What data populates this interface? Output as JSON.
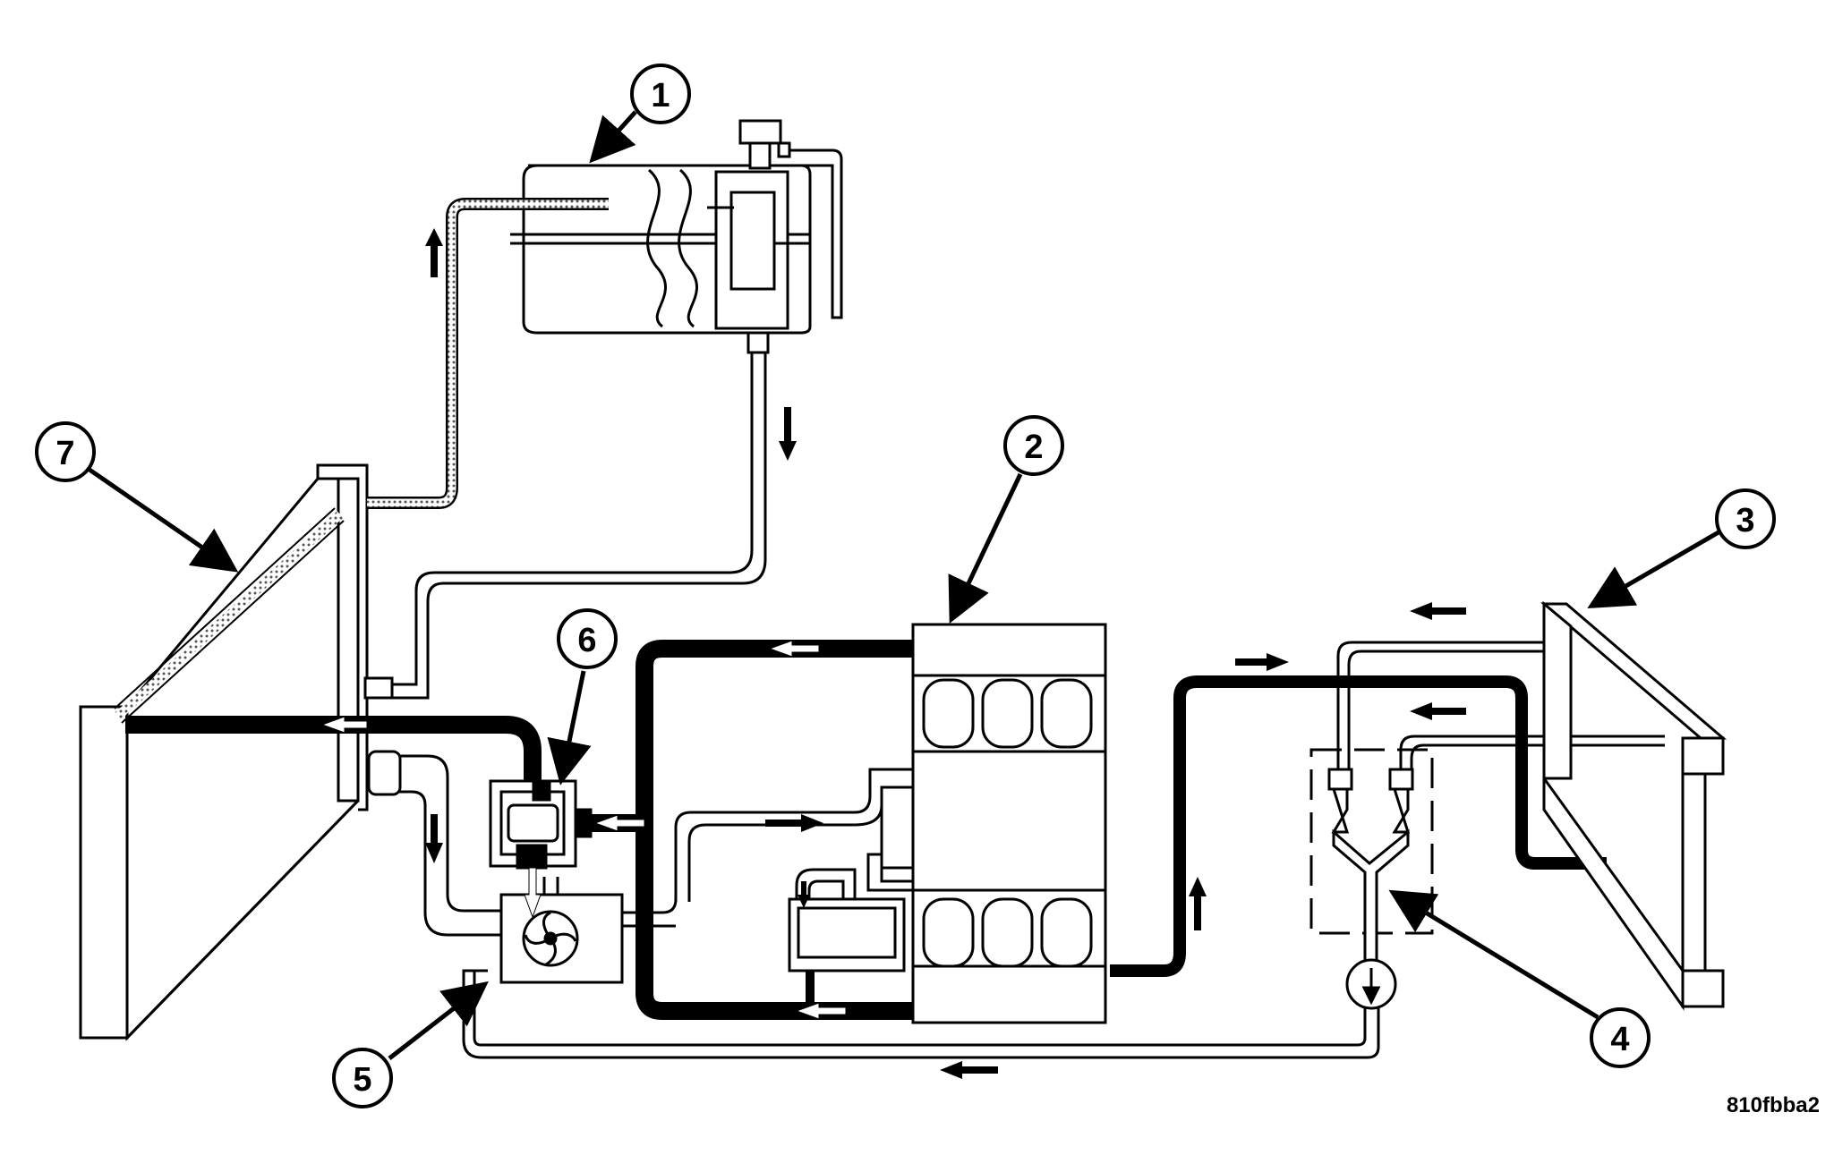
{
  "figure_code": "810fbba2",
  "callouts": [
    {
      "id": "1",
      "label": "1"
    },
    {
      "id": "2",
      "label": "2"
    },
    {
      "id": "3",
      "label": "3"
    },
    {
      "id": "4",
      "label": "4"
    },
    {
      "id": "5",
      "label": "5"
    },
    {
      "id": "6",
      "label": "6"
    },
    {
      "id": "7",
      "label": "7"
    }
  ],
  "colors": {
    "line": "#000000",
    "paper": "#ffffff",
    "hatch": "#777777"
  }
}
